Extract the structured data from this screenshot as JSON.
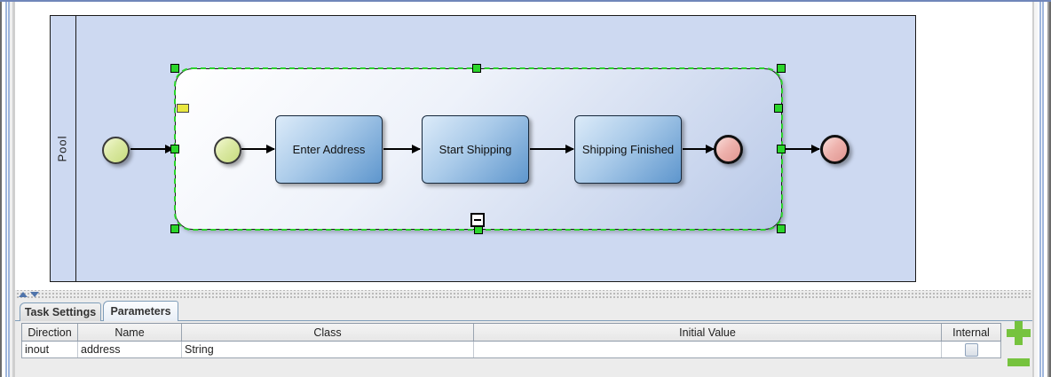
{
  "diagram": {
    "pool_label": "Pool",
    "tasks": [
      "Enter Address",
      "Start Shipping",
      "Shipping Finished"
    ],
    "events": {
      "start_count": 2,
      "end_count": 2
    },
    "subprocess_selected": true
  },
  "panel": {
    "tabs": [
      {
        "label": "Task Settings",
        "selected": false
      },
      {
        "label": "Parameters",
        "selected": true
      }
    ],
    "table": {
      "columns": [
        "Direction",
        "Name",
        "Class",
        "Initial Value",
        "Internal"
      ],
      "rows": [
        {
          "direction": "inout",
          "name": "address",
          "class": "String",
          "initial_value": "",
          "internal_checked": false
        }
      ]
    },
    "buttons": {
      "add": "plus-icon",
      "remove": "minus-icon"
    }
  },
  "colors": {
    "pool_fill": "#cdd9f1",
    "selection_green": "#2bd52b",
    "accent_green": "#76c33e",
    "task_gradient": [
      "#dcebf9",
      "#5e96cd"
    ],
    "start_event_gradient": [
      "#f2f8d2",
      "#c7dc7e"
    ],
    "end_event_gradient": [
      "#f9ddd9",
      "#e0948f"
    ],
    "tab_border_blue": "#7f9db9"
  }
}
